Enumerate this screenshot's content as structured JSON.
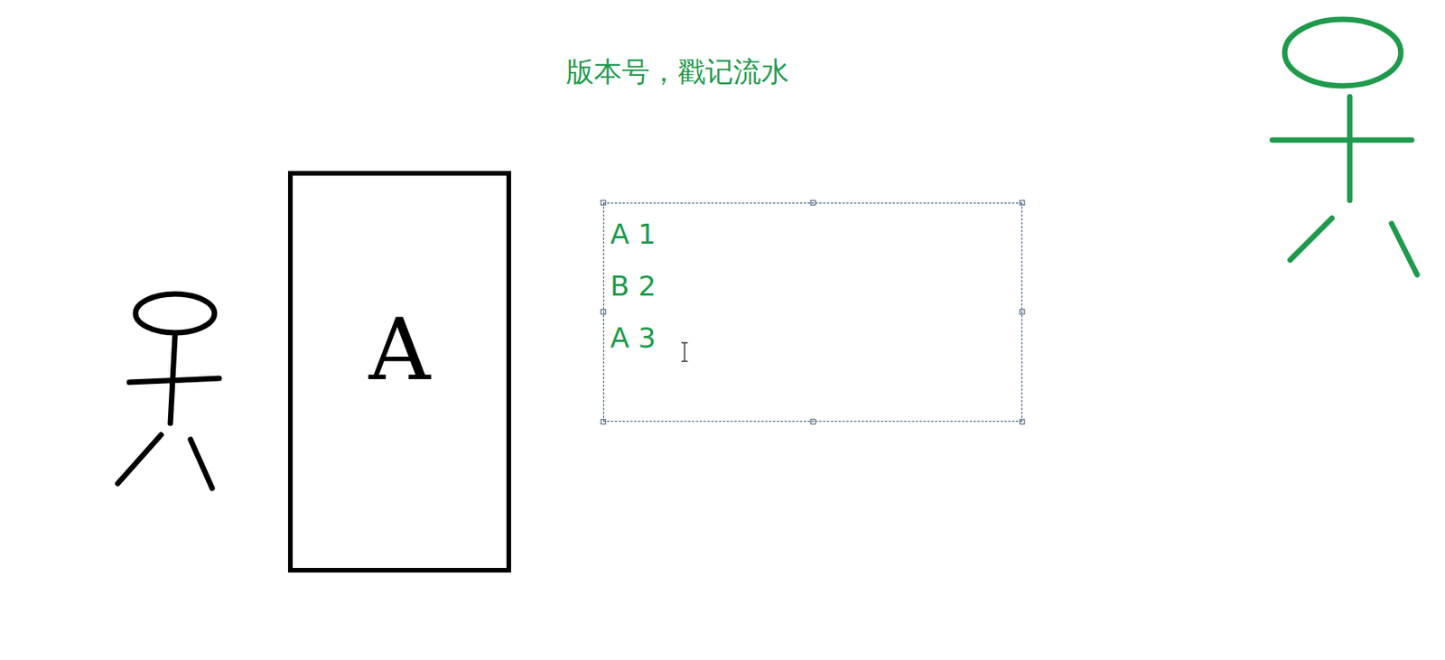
{
  "diagram": {
    "title": "版本号，戳记流水",
    "nodes": [
      {
        "text": [
          "A"
        ]
      },
      {
        "text": [
          "A 1",
          "B 2",
          "A 3"
        ]
      }
    ]
  }
}
